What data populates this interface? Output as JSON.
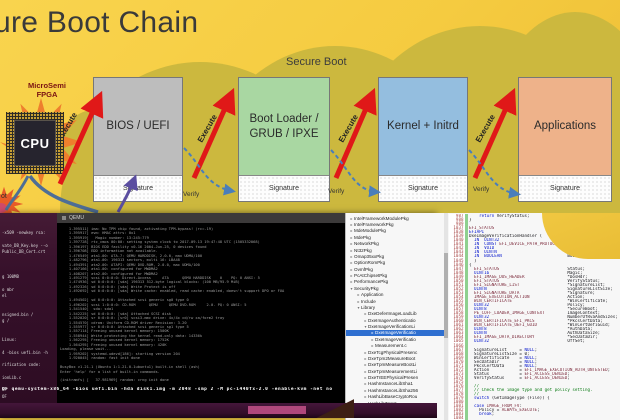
{
  "diagram": {
    "title": "ure Boot Chain",
    "cloud_label": "Secure Boot",
    "execute_label": "Execute",
    "verify_label": "Verify",
    "signature_label": "Signature",
    "cpu": {
      "chip_label": "CPU",
      "fpga_label": "MicroSemi FPGA",
      "root_fragment": "ot"
    },
    "chain": [
      {
        "label": "BIOS / UEFI",
        "color": "#bdbdbd"
      },
      {
        "label": "Boot Loader / GRUB / IPXE",
        "color": "#a9d7a2"
      },
      {
        "label": "Kernel + Initrd",
        "color": "#94bedf"
      },
      {
        "label": "Applications",
        "color": "#eeb28a"
      }
    ],
    "colors": {
      "background": "#f6cf45",
      "cloud": "#ccb83e",
      "execute_arrow": "#e01818",
      "verify_arrow": "#4a7ebb"
    }
  },
  "host_terminal": {
    "fragments": [
      "-x509 -newkey rsa:",
      "",
      "vate_DB_Key.key --o",
      "Public_DB_Cert.crt",
      "",
      "",
      "",
      "g 100MB",
      "",
      "o mbr",
      "el",
      "",
      "",
      "nsigned.bin /",
      "g /",
      "",
      "",
      "Linux:",
      "",
      "4 -bios uefi.bin -h",
      "",
      "rification code:",
      "",
      "ionLib.c",
      "",
      "OF",
      "OF"
    ],
    "command": "OF qemu-system-x86_64 -bios uefi.bin -hda disk1.img -m 2048 -smp 2 -M pc-i440fx-2.0 -enable-kvm -net no"
  },
  "qemu_terminal": {
    "title": "QEMU",
    "lines": [
      "    1.395511] ima: No TPM chip found, activating TPM-bypass! (rc=-19)",
      "    1.395917] evm: HMAC attrs: 0x1",
      "    1.395919]   Magic number: 13:245:779",
      "    1.397728] rtc_cmos 00:00: setting system clock to 2017-09-13 19:47:48 UTC (1505332068)",
      "    1.396197] BIOS EDD facility v0.16 2004-Jun-25, 0 devices found",
      "    1.396708] EDD information not available.",
      "    1.476549] ata1.00: ATA-7: QEMU HARDDISK, 2.0.0, max UDMA/100",
      "    1.482796] ata1.00: 196313 sectors, multi 16: LBA48",
      "    1.494391] ata2.00: ATAPI: QEMU DVD-ROM, 2.0.0, max UDMA/100",
      "    1.407166] ata1.00: configured for MWDMA2",
      "    1.408207] ata2.00: configured for MWDMA2",
      "    1.491279] scsi 0:0:0:0: Direct-Access     ATA      QEMU HARDDISK    0    PQ: 0 ANSI: 5",
      "    1.474936] sd 0:0:0:0: [sda] 196313 512-byte logical blocks: (100 MB/95.9 MiB)",
      "    1.492326] sd 0:0:0:0: [sda] Write Protect is off",
      "    1.492692] sd 0:0:0:0: [sda] Write cache: enabled, read cache: enabled, doesn't support DPO or FUA",
      "",
      "    1.494502] sd 0:0:0:0: Attached scsi generic sg0 type 0",
      "    1.496202] scsi 1:0:0:0: CD-ROM      QEMU     QEMU DVD-ROM     2.0. PQ: 0 ANSI: 5",
      "    1.541540]  sda: sda1",
      "    1.542225] sd 0:0:0:0: [sda] Attached SCSI disk",
      "    1.552020] sr 0:0:0:0: [sr0] scsi3-mmc drive: 4x/4x cd/rw xa/form2 tray",
      "    1.554570] cdrom: Uniform CD-ROM driver Revision: 3.20",
      "    1.555977] sr 0:0:0:0: Attached scsi generic sg1 type 5",
      "    1.557114] Freeing unused kernel memory: 1500K",
      "    1.558944] Write protecting the kernel read-only data: 14336k",
      "    1.562295] Freeing unused kernel memory: 1752K",
      "    1.564295] Freeing unused kernel memory: 420K",
      "Loading, please wait...",
      "    1.959202] systemd-udevd[186]: starting version 204",
      "    1.920045] random: fast init done",
      "",
      "BusyBox v1.21.1 (Ubuntu 1:1.21.0-1ubuntu1) built-in shell (ash)",
      "Enter 'help' for a list of built-in commands.",
      "",
      "(initramfs) [   37.981969] random: crng init done"
    ]
  },
  "editor": {
    "tree": [
      {
        "label": "IntelFrameworkModulePkg",
        "indent": 0,
        "arrow": "right"
      },
      {
        "label": "IntelFrameworkPkg",
        "indent": 0,
        "arrow": "right"
      },
      {
        "label": "MdeModulePkg",
        "indent": 0,
        "arrow": "right"
      },
      {
        "label": "MdePkg",
        "indent": 0,
        "arrow": "right"
      },
      {
        "label": "NetworkPkg",
        "indent": 0,
        "arrow": "right"
      },
      {
        "label": "Nt32Pkg",
        "indent": 0,
        "arrow": "right"
      },
      {
        "label": "Omap35xxPkg",
        "indent": 0,
        "arrow": "right"
      },
      {
        "label": "OptionRomPkg",
        "indent": 0,
        "arrow": "right"
      },
      {
        "label": "OvmfPkg",
        "indent": 0,
        "arrow": "right"
      },
      {
        "label": "PcAtChipsetPkg",
        "indent": 0,
        "arrow": "right"
      },
      {
        "label": "PerformancePkg",
        "indent": 0,
        "arrow": "right"
      },
      {
        "label": "SecurityPkg",
        "indent": 0,
        "arrow": "down"
      },
      {
        "label": "Application",
        "indent": 1,
        "arrow": "right"
      },
      {
        "label": "Include",
        "indent": 1,
        "arrow": "right"
      },
      {
        "label": "Library",
        "indent": 1,
        "arrow": "down"
      },
      {
        "label": "DxeDeferImageLoadLib",
        "indent": 2,
        "arrow": "right"
      },
      {
        "label": "DxeImageAuthenticatio",
        "indent": 2,
        "arrow": "right"
      },
      {
        "label": "DxeImageVerificationLi",
        "indent": 2,
        "arrow": "down"
      },
      {
        "label": "DxeImageVerificatio",
        "indent": 3,
        "arrow": "right",
        "selected": true
      },
      {
        "label": "DxeImageVerificatio",
        "indent": 3,
        "arrow": "right"
      },
      {
        "label": "Measurement.c",
        "indent": 3,
        "arrow": "right"
      },
      {
        "label": "DxeTcgPhysicalPresenc",
        "indent": 2,
        "arrow": "right"
      },
      {
        "label": "DxeTpm2MeasureBoot",
        "indent": 2,
        "arrow": "right"
      },
      {
        "label": "DxeTpmMeasureBootLi",
        "indent": 2,
        "arrow": "right"
      },
      {
        "label": "DxeTpmMeasurementLi",
        "indent": 2,
        "arrow": "right"
      },
      {
        "label": "DxeTrEEPhysicalPresen",
        "indent": 2,
        "arrow": "right"
      },
      {
        "label": "HashInstanceLibSha1",
        "indent": 2,
        "arrow": "right"
      },
      {
        "label": "HashInstanceLibSha256",
        "indent": 2,
        "arrow": "right"
      },
      {
        "label": "HashLibBaseCryptoRou",
        "indent": 2,
        "arrow": "right"
      },
      {
        "label": "HashLibTpm2",
        "indent": 2,
        "arrow": "right"
      }
    ],
    "code": [
      {
        "n": 987,
        "t": "    return VerifyStatus;"
      },
      {
        "n": 988,
        "t": "}"
      },
      {
        "n": 989,
        "t": ""
      },
      {
        "n": 1037,
        "t": "EFI_STATUS"
      },
      {
        "n": 1038,
        "t": "EFIAPI"
      },
      {
        "n": 1039,
        "t": "DxeImageVerificationHandler ("
      },
      {
        "n": 1040,
        "d": "  IN  UINT32",
        "v": "AuthenticationStatus,"
      },
      {
        "n": 1041,
        "d": "  IN  CONST EFI_DEVICE_PATH_PROTOCOL",
        "v": "*File,"
      },
      {
        "n": 1042,
        "d": "  IN  VOID",
        "v": "*FileBuffer,"
      },
      {
        "n": 1043,
        "d": "  IN  UINTN",
        "v": "FileSize,"
      },
      {
        "n": 1044,
        "d": "  IN  BOOLEAN",
        "v": "BootPolicy"
      },
      {
        "n": 1045,
        "t": "  )"
      },
      {
        "n": 1046,
        "t": "{"
      },
      {
        "n": 1047,
        "d": "  EFI_STATUS",
        "v": "Status;"
      },
      {
        "n": 1048,
        "d": "  UINT16",
        "v": "Magic;"
      },
      {
        "n": 1049,
        "d": "  EFI_IMAGE_DOS_HEADER",
        "v": "*DosHdr;"
      },
      {
        "n": 1050,
        "d": "  EFI_STATUS",
        "v": "VerifyStatus;"
      },
      {
        "n": 1051,
        "d": "  EFI_SIGNATURE_LIST",
        "v": "*SignatureList;"
      },
      {
        "n": 1052,
        "d": "  UINTN",
        "v": "SignatureListSize;"
      },
      {
        "n": 1053,
        "d": "  EFI_SIGNATURE_DATA",
        "v": "*Signature;"
      },
      {
        "n": 1054,
        "d": "  IMAGE_EXECUTION_ACTION",
        "v": "Action;"
      },
      {
        "n": 1055,
        "d": "  WIN_CERTIFICATE",
        "v": "*WinCertificate;"
      },
      {
        "n": 1056,
        "d": "  UINT32",
        "v": "Policy;"
      },
      {
        "n": 1057,
        "d": "  UINT8",
        "v": "*SecureBoot;"
      },
      {
        "n": 1058,
        "d": "  PE_COFF_LOADER_IMAGE_CONTEXT",
        "v": "ImageContext;"
      },
      {
        "n": 1059,
        "d": "  UINT32",
        "v": "NumberOfRvaAndSizes;"
      },
      {
        "n": 1060,
        "d": "  WIN_CERTIFICATE_EFI_PKCS",
        "v": "*PkcsCertData;"
      },
      {
        "n": 1061,
        "d": "  WIN_CERTIFICATE_UEFI_GUID",
        "v": "*WinCertUefiGuid;"
      },
      {
        "n": 1062,
        "d": "  UINT8",
        "v": "*AuthData;"
      },
      {
        "n": 1063,
        "d": "  UINTN",
        "v": "AuthDataSize;"
      },
      {
        "n": 1064,
        "d": "  EFI_IMAGE_DATA_DIRECTORY",
        "v": "*SecDataDir;"
      },
      {
        "n": 1065,
        "d": "  UINT32",
        "v": "OffSet;"
      },
      {
        "n": 1066,
        "t": ""
      },
      {
        "n": 1067,
        "t": "  SignatureList     = NULL;"
      },
      {
        "n": 1068,
        "t": "  SignatureListSize = 0;"
      },
      {
        "n": 1069,
        "t": "  WinCertificate    = NULL;"
      },
      {
        "n": 1070,
        "t": "  SecDataDir        = NULL;"
      },
      {
        "n": 1071,
        "t": "  PkcsCertData      = NULL;"
      },
      {
        "n": 1072,
        "t": "  Action            = EFI_IMAGE_EXECUTION_AUTH_UNTESTED;"
      },
      {
        "n": 1073,
        "t": "  Status            = EFI_ACCESS_DENIED;"
      },
      {
        "n": 1074,
        "t": "  VerifyStatus      = EFI_ACCESS_DENIED;"
      },
      {
        "n": 1075,
        "t": ""
      },
      {
        "n": 1076,
        "t": "  //"
      },
      {
        "n": 1077,
        "t": "  // Check the image type and get policy setting."
      },
      {
        "n": 1078,
        "t": "  //"
      },
      {
        "n": 1079,
        "t": "  switch (GetImageType (File)) {"
      },
      {
        "n": 1080,
        "t": ""
      },
      {
        "n": 1081,
        "t": "  case IMAGE_FROM_FV:"
      },
      {
        "n": 1082,
        "t": "    Policy = ALWAYS_EXECUTE;"
      },
      {
        "n": 1083,
        "t": "    break;"
      },
      {
        "n": 1084,
        "t": ""
      }
    ]
  }
}
